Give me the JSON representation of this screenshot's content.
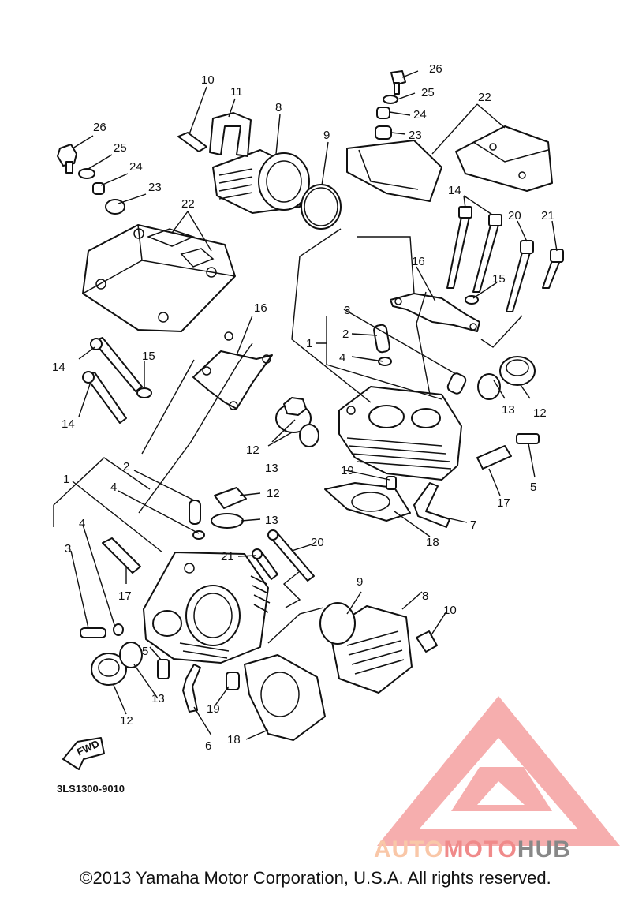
{
  "diagram": {
    "callouts": {
      "c1a": "1",
      "c1b": "1",
      "c2a": "2",
      "c2b": "2",
      "c3a": "3",
      "c3b": "3",
      "c4a": "4",
      "c4b": "4",
      "c4c": "4",
      "c5a": "5",
      "c5b": "5",
      "c6": "6",
      "c7": "7",
      "c8a": "8",
      "c8b": "8",
      "c9a": "9",
      "c9b": "9",
      "c10a": "10",
      "c10b": "10",
      "c11": "11",
      "c12a": "12",
      "c12b": "12",
      "c12c": "12",
      "c12d": "12",
      "c13a": "13",
      "c13b": "13",
      "c13c": "13",
      "c13d": "13",
      "c14a": "14",
      "c14b": "14",
      "c14c": "14",
      "c15a": "15",
      "c15b": "15",
      "c16a": "16",
      "c16b": "16",
      "c17a": "17",
      "c17b": "17",
      "c18a": "18",
      "c18b": "18",
      "c19a": "19",
      "c19b": "19",
      "c20a": "20",
      "c20b": "20",
      "c21a": "21",
      "c21b": "21",
      "c22a": "22",
      "c22b": "22",
      "c23a": "23",
      "c23b": "23",
      "c24a": "24",
      "c24b": "24",
      "c25a": "25",
      "c25b": "25",
      "c26a": "26",
      "c26b": "26"
    },
    "fwd_label": "FWD",
    "reference_code": "3LS1300-9010"
  },
  "watermark": {
    "brand_part1": "AUTO",
    "brand_part2": "MOTO",
    "brand_part3": "HUB",
    "color_light": "#f9c7a8",
    "color_red": "#f08a8a",
    "color_gray": "#888888"
  },
  "footer": {
    "copyright": "©2013 Yamaha Motor Corporation, U.S.A. All rights reserved."
  }
}
